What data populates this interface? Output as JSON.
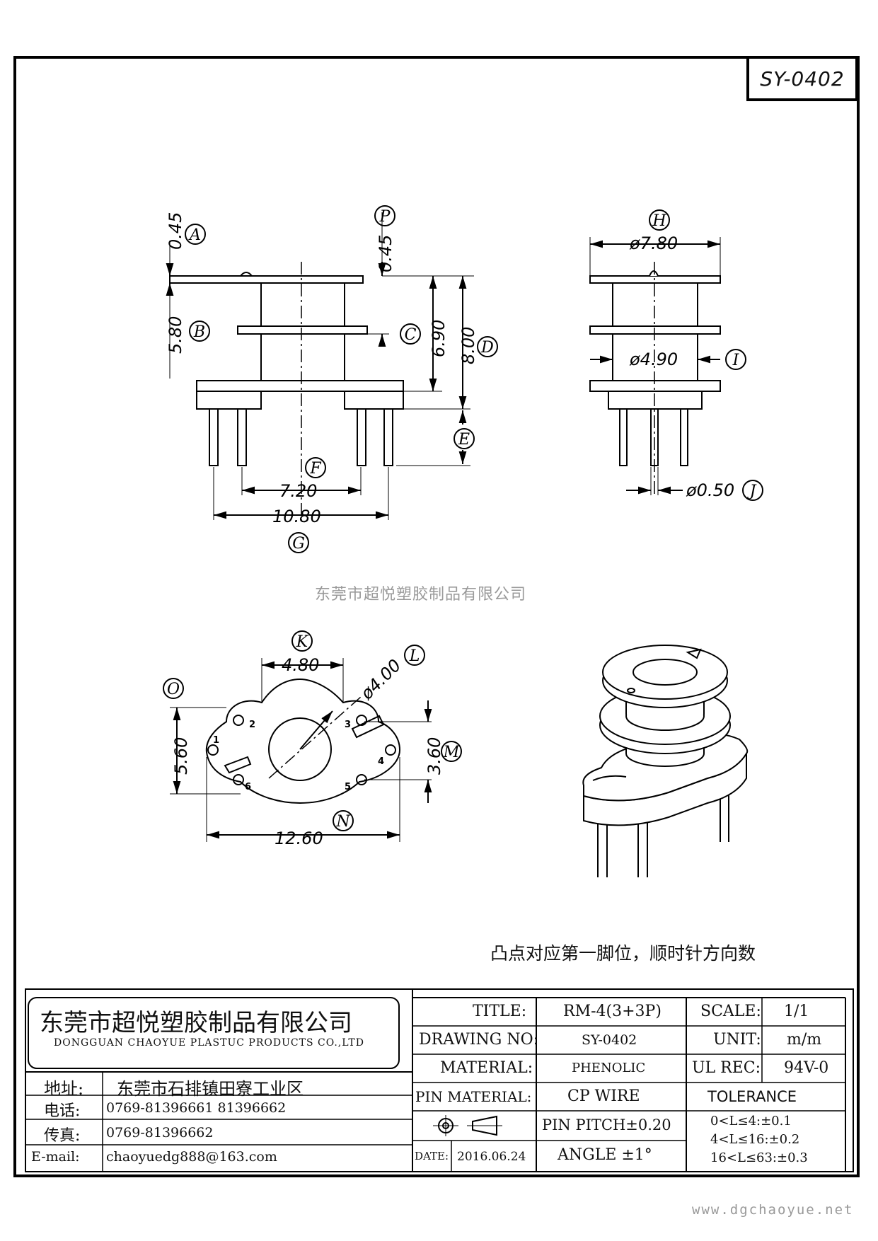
{
  "drawing_tag": "SY-0402",
  "labels": {
    "A": "A",
    "B": "B",
    "C": "C",
    "D": "D",
    "E": "E",
    "F": "F",
    "G": "G",
    "H": "H",
    "I": "I",
    "J": "J",
    "K": "K",
    "L": "L",
    "M": "M",
    "N": "N",
    "O": "O",
    "P": "P"
  },
  "dims": {
    "d045a": "0.45",
    "d580": "5.80",
    "d045p": "0.45",
    "d690": "6.90",
    "d800": "8.00",
    "d720": "7.20",
    "d1080": "10.80",
    "d780": "ø7.80",
    "d490": "ø4.90",
    "d050": "ø0.50",
    "d480": "4.80",
    "d400": "ø4.00",
    "d560": "5.60",
    "d360": "3.60",
    "d1260": "12.60"
  },
  "pins": [
    "1",
    "2",
    "3",
    "4",
    "5",
    "6"
  ],
  "watermark": "东莞市超悦塑胶制品有限公司",
  "note": "凸点对应第一脚位，顺时针方向数",
  "company": {
    "name_cn": "东莞市超悦塑胶制品有限公司",
    "name_en": "DONGGUAN CHAOYUE PLASTUC PRODUCTS CO.,LTD"
  },
  "contact": {
    "addr_label": "地址:",
    "addr": "东莞市石排镇田寮工业区",
    "tel_label": "电话:",
    "tel": "0769-81396661   81396662",
    "fax_label": "传真:",
    "fax": "0769-81396662",
    "email_label": "E-mail:",
    "email": "chaoyuedg888@163.com"
  },
  "spec": {
    "title_label": "TITLE:",
    "title": "RM-4(3+3P)",
    "drawing_no_label": "DRAWING NO:",
    "drawing_no": "SY-0402",
    "material_label": "MATERIAL:",
    "material": "PHENOLIC",
    "pin_material_label": "PIN MATERIAL:",
    "pin_material": "CP WIRE",
    "pin_pitch": "PIN PITCH±0.20",
    "date_label": "DATE:",
    "date": "2016.06.24",
    "angle": "ANGLE  ±1°",
    "scale_label": "SCALE:",
    "scale": "1/1",
    "unit_label": "UNIT:",
    "unit": "m/m",
    "ul_label": "UL REC:",
    "ul": "94V-0",
    "tolerance_label": "TOLERANCE",
    "tol1": "0<L≤4:±0.1",
    "tol2": "4<L≤16:±0.2",
    "tol3": "16<L≤63:±0.3"
  },
  "website": "www.dgchaoyue.net"
}
